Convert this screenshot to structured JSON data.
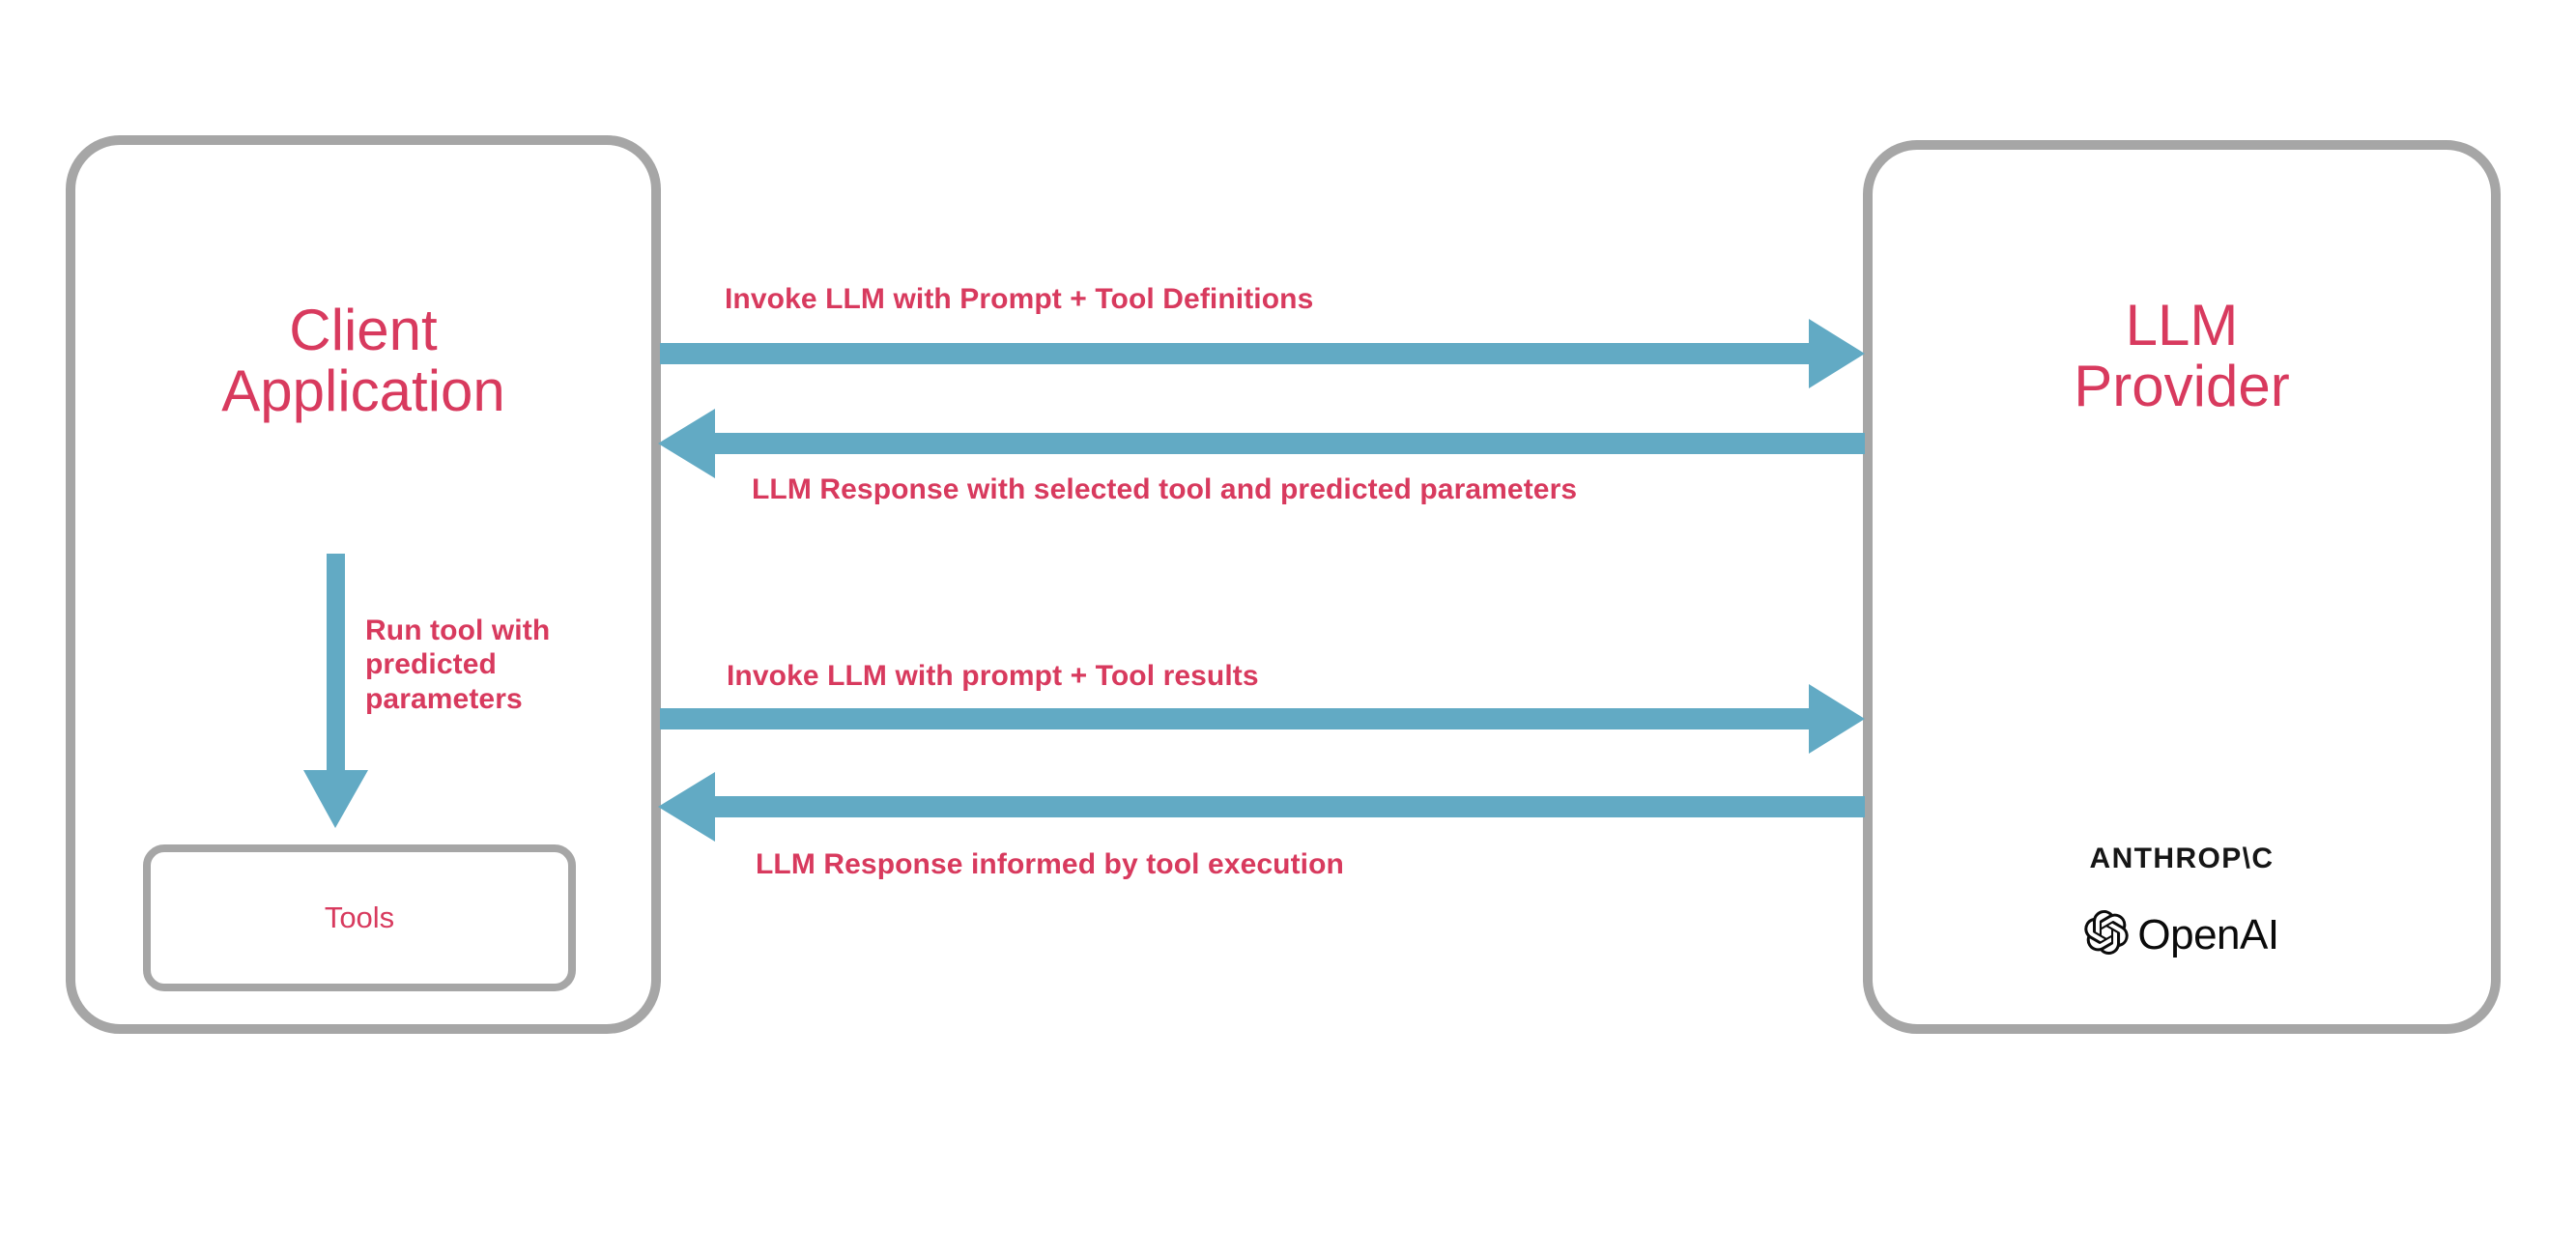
{
  "diagram": {
    "title": "LLM tool-calling interaction flow",
    "colors": {
      "accent_text": "#d83a5e",
      "arrow": "#62aac4",
      "box_border": "#a6a6a6",
      "background": "#ffffff",
      "logo_text": "#161616"
    }
  },
  "client_node": {
    "title_line1": "Client",
    "title_line2": "Application",
    "tools_label": "Tools"
  },
  "provider_node": {
    "title_line1": "LLM",
    "title_line2": "Provider",
    "logos": [
      {
        "name": "anthropic-logo",
        "text": "ANTHROP\\C"
      },
      {
        "name": "openai-logo",
        "text": "OpenAI"
      }
    ]
  },
  "flows": [
    {
      "id": "flow-1",
      "label": "Invoke LLM with Prompt + Tool Definitions",
      "direction": "right",
      "from": "client_node",
      "to": "provider_node"
    },
    {
      "id": "flow-2",
      "label": "LLM Response with selected tool and predicted parameters",
      "direction": "left",
      "from": "provider_node",
      "to": "client_node"
    },
    {
      "id": "flow-3",
      "label": "Invoke LLM with prompt + Tool results",
      "direction": "right",
      "from": "client_node",
      "to": "provider_node"
    },
    {
      "id": "flow-4",
      "label": "LLM Response informed by tool execution",
      "direction": "left",
      "from": "provider_node",
      "to": "client_node"
    },
    {
      "id": "flow-tools",
      "label": "Run tool with predicted parameters",
      "direction": "down",
      "from": "client_node",
      "to": "tools"
    }
  ]
}
